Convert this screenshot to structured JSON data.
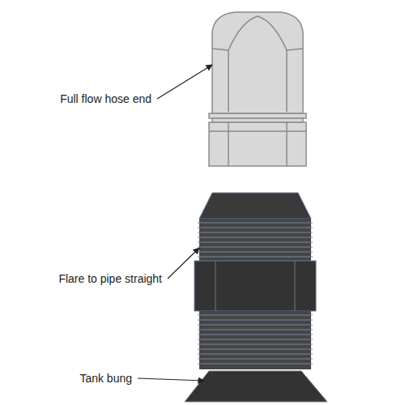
{
  "diagram": {
    "labels": [
      "Full flow hose end",
      "Flare to pipe straight",
      "Tank bung"
    ]
  }
}
